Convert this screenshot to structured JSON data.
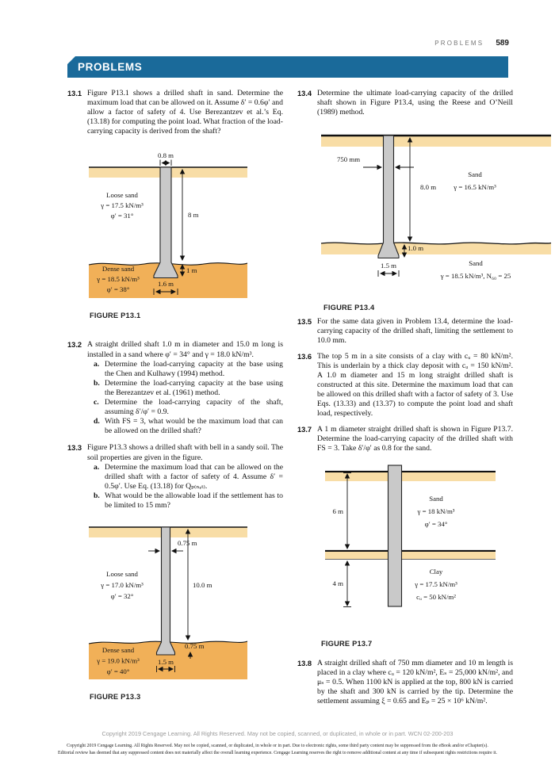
{
  "header": {
    "running_head": "PROBLEMS",
    "page_number": "589"
  },
  "banner": {
    "title": "PROBLEMS"
  },
  "colors": {
    "banner_blue": "#1a6a9a",
    "sand_light": "#f8dda6",
    "sand_orange": "#f1b058",
    "shaft_gray": "#c9c9c9"
  },
  "problems_left": [
    {
      "num": "13.1",
      "text": "Figure P13.1 shows a drilled shaft in sand. Determine the maximum load that can be allowed on it. Assume δ′ = 0.6φ′ and allow a factor of safety of 4. Use Berezantzev et al.’s Eq. (13.18) for computing the point load. What fraction of the load-carrying capacity is derived from the shaft?"
    },
    {
      "num": "13.2",
      "text": "A straight drilled shaft 1.0 m in diameter and 15.0 m long is installed in a sand where φ′ = 34° and γ = 18.0 kN/m³.",
      "items": [
        {
          "label": "a.",
          "text": "Determine the load-carrying capacity at the base using the Chen and Kulhawy (1994) method."
        },
        {
          "label": "b.",
          "text": "Determine the load-carrying capacity at the base using the Berezantzev et al. (1961) method."
        },
        {
          "label": "c.",
          "text": "Determine the load-carrying capacity of the shaft, assuming δ′/φ′ = 0.9."
        },
        {
          "label": "d.",
          "text": "With FS = 3, what would be the maximum load that can be allowed on the drilled shaft?"
        }
      ]
    },
    {
      "num": "13.3",
      "text": "Figure P13.3 shows a drilled shaft with bell in a sandy soil. The soil properties are given in the figure.",
      "items": [
        {
          "label": "a.",
          "text": "Determine the maximum load that can be allowed on the drilled shaft with a factor of safety of 4. Assume δ′ = 0.5φ′. Use Eq. (13.18) for Qₚ₍ₙₑₜ₎."
        },
        {
          "label": "b.",
          "text": "What would be the allowable load if the settlement has to be limited to 15 mm?"
        }
      ]
    }
  ],
  "problems_right": [
    {
      "num": "13.4",
      "text": "Determine the ultimate load-carrying capacity of the drilled shaft shown in Figure P13.4, using the Reese and O’Neill (1989) method."
    },
    {
      "num": "13.5",
      "text": "For the same data given in Problem 13.4, determine the load-carrying capacity of the drilled shaft, limiting the settlement to 10.0 mm."
    },
    {
      "num": "13.6",
      "text": "The top 5 m in a site consists of a clay with cᵤ = 80 kN/m². This is underlain by a thick clay deposit with cᵤ = 150 kN/m². A 1.0 m diameter and 15 m long straight drilled shaft is constructed at this site. Determine the maximum load that can be allowed on this drilled shaft with a factor of safety of 3. Use Eqs. (13.33) and (13.37) to compute the point load and shaft load, respectively."
    },
    {
      "num": "13.7",
      "text": "A 1 m diameter straight drilled shaft is shown in Figure P13.7. Determine the load-carrying capacity of the drilled shaft with FS = 3. Take δ′/φ′ as 0.8 for the sand."
    },
    {
      "num": "13.8",
      "text": "A straight drilled shaft of 750 mm diameter and 10 m length is placed in a clay where cᵤ = 120 kN/m², Eₛ = 25,000 kN/m², and μₛ = 0.5. When 1100 kN is applied at the top, 800 kN is carried by the shaft and 300 kN is carried by the tip. Determine the settlement assuming ξ = 0.65 and Eₚ = 25 × 10⁶ kN/m²."
    }
  ],
  "figures": {
    "f131": {
      "caption": "FIGURE P13.1",
      "dia": "0.8 m",
      "depth": "8 m",
      "bell_h": "1 m",
      "bell_w": "1.6 m",
      "upper": [
        "Loose sand",
        "γ = 17.5 kN/m³",
        "φ′ = 31°"
      ],
      "lower": [
        "Dense sand",
        "γ = 18.5 kN/m³",
        "φ′ = 38°"
      ]
    },
    "f133": {
      "caption": "FIGURE P13.3",
      "dia": "0.75 m",
      "depth": "10.0 m",
      "bell_h": "0.75 m",
      "bell_w": "1.5 m",
      "upper": [
        "Loose sand",
        "γ = 17.0 kN/m³",
        "φ′ = 32°"
      ],
      "lower": [
        "Dense sand",
        "γ = 19.0 kN/m³",
        "φ′ = 40°"
      ]
    },
    "f134": {
      "caption": "FIGURE P13.4",
      "dia": "750 mm",
      "depth": "8.0 m",
      "bell_h": "1.0 m",
      "bell_w": "1.5 m",
      "upper": [
        "Sand",
        "γ = 16.5 kN/m³"
      ],
      "lower": [
        "Sand",
        "γ = 18.5 kN/m³, N₆₀ = 25"
      ]
    },
    "f137": {
      "caption": "FIGURE P13.7",
      "upper_depth": "6 m",
      "lower_depth": "4 m",
      "upper": [
        "Sand",
        "γ = 18 kN/m³",
        "φ′ = 34°"
      ],
      "lower": [
        "Clay",
        "γ = 17.5 kN/m³",
        "cᵤ = 50 kN/m²"
      ]
    }
  },
  "footer": {
    "line1": "Copyright 2019 Cengage Learning. All Rights Reserved. May not be copied, scanned, or duplicated, in whole or in part.  WCN 02-200-203",
    "line2": "Copyright 2019 Cengage Learning. All Rights Reserved. May not be copied, scanned, or duplicated, in whole or in part. Due to electronic rights, some third party content may be suppressed from the eBook and/or eChapter(s).",
    "line3": "Editorial review has deemed that any suppressed content does not materially affect the overall learning experience. Cengage Learning reserves the right to remove additional content at any time if subsequent rights restrictions require it."
  }
}
